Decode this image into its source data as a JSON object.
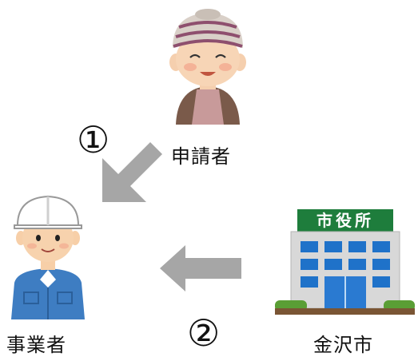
{
  "nodes": {
    "applicant": {
      "label": "申請者"
    },
    "contractor": {
      "label": "事業者"
    },
    "city": {
      "label": "金沢市",
      "sign": "市役所"
    }
  },
  "steps": {
    "one": "①",
    "two": "②"
  },
  "colors": {
    "arrow": "#a6a6a6",
    "sign_green": "#1e7d3c",
    "building_gray": "#d8d8d8",
    "window_blue": "#1f72c9",
    "worker_blue": "#3e7dc2",
    "helmet": "#ffffff",
    "skin": "#f7cfa8"
  }
}
